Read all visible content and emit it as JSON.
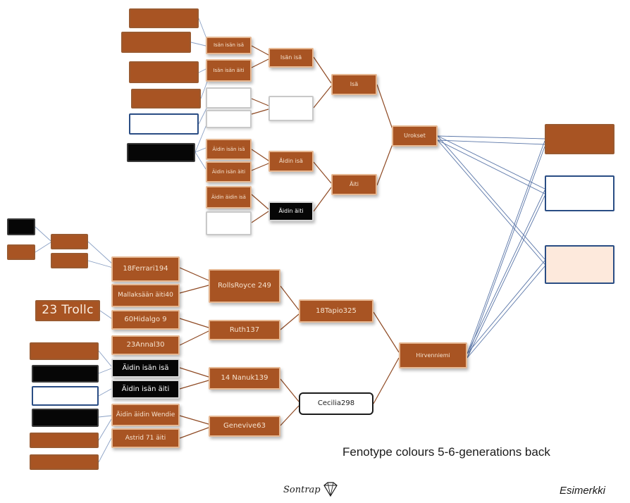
{
  "diagram": {
    "colors": {
      "brown": "#a85423",
      "black": "#060606",
      "white": "#ffffff",
      "cream": "#fde9dc",
      "line_brown": "#8f4a24",
      "line_blue": "#5a76a8"
    },
    "upper_tree": {
      "isan_isa_isa": "Isän isän isä",
      "isan_isan_aiti": "Isän isän äiti",
      "isan_isa": "Isän isä",
      "isa": "Isä",
      "aidin_isan_isa": "Äidin isän isä",
      "aidin_isan_aiti": "Äidin isän äiti",
      "aidin_aidin_isa": "Äidin äidin isä",
      "aidin_isa": "Äidin isä",
      "aidin_aiti": "Äidin äiti",
      "aiti": "Äiti",
      "subject": "Urokset"
    },
    "lower_tree": {
      "trollc": "23 Trollc",
      "g5_1": "18Ferrari194",
      "g5_2": "Mallaksään äiti40",
      "g5_3": "60Hidalgo 9",
      "g5_4": "23Annal30",
      "g5_5": "Äidin isän isä",
      "g5_6": "Äidin isän äiti",
      "g5_7": "Äidin äidin Wendie",
      "g5_8": "Astrid 71 äiti",
      "g4_1": "RollsRoyce 249",
      "g4_2": "Ruth137",
      "g4_3": "14 Nanuk139",
      "g4_4": "Genevive63",
      "g3_1": "18Tapio325",
      "g3_2": "Cecilia298",
      "subject": "Hirvenniemi"
    },
    "caption": "Fenotype colours 5-6-generations back",
    "footer": "Esimerkki",
    "logo_text": "Sontrap"
  }
}
